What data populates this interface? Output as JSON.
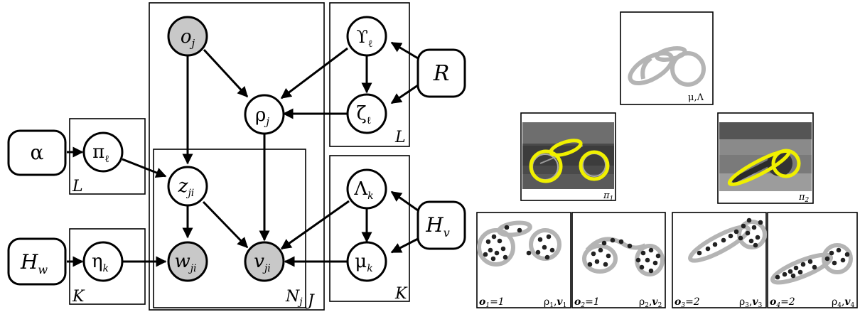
{
  "graphical_model": {
    "nodes": {
      "o_j": {
        "base": "o",
        "sub": "j",
        "observed": true
      },
      "Upsilon_l": {
        "base": "ϒ",
        "sub": "ℓ",
        "observed": false
      },
      "R": {
        "base": "R",
        "sub": "",
        "observed": false,
        "hyper": true
      },
      "rho_j": {
        "base": "ρ",
        "sub": "j",
        "observed": false
      },
      "zeta_l": {
        "base": "ζ",
        "sub": "ℓ",
        "observed": false
      },
      "alpha": {
        "base": "α",
        "sub": "",
        "observed": false,
        "hyper": true
      },
      "pi_l": {
        "base": "π",
        "sub": "ℓ",
        "observed": false
      },
      "z_ji": {
        "base": "z",
        "sub": "ji",
        "observed": false
      },
      "Lambda_k": {
        "base": "Λ",
        "sub": "k",
        "observed": false
      },
      "H_v": {
        "base": "H",
        "sub": "v",
        "observed": false,
        "hyper": true
      },
      "H_w": {
        "base": "H",
        "sub": "w",
        "observed": false,
        "hyper": true
      },
      "eta_k": {
        "base": "η",
        "sub": "k",
        "observed": false
      },
      "w_ji": {
        "base": "w",
        "sub": "ji",
        "observed": true
      },
      "v_ji": {
        "base": "v",
        "sub": "ji",
        "observed": true
      },
      "mu_k": {
        "base": "μ",
        "sub": "k",
        "observed": false
      }
    },
    "plate_labels": {
      "J": "J",
      "L_top": "L",
      "L_pi": "L",
      "N_j": {
        "base": "N",
        "sub": "j"
      },
      "K_lambda": "K",
      "K_eta": "K"
    }
  },
  "panels": {
    "top": {
      "label": "μ,Λ"
    },
    "middle_left": {
      "label": {
        "base": "π",
        "sub": "1"
      }
    },
    "middle_right": {
      "label": {
        "base": "π",
        "sub": "2"
      }
    },
    "bottom": [
      {
        "o_label": "o",
        "o_sub": "1",
        "o_val": "=1",
        "rho_label": "ρ",
        "rho_sub": "1",
        "v_label": "v",
        "v_sub": "1"
      },
      {
        "o_label": "o",
        "o_sub": "2",
        "o_val": "=1",
        "rho_label": "ρ",
        "rho_sub": "2",
        "v_label": "v",
        "v_sub": "2"
      },
      {
        "o_label": "o",
        "o_sub": "3",
        "o_val": "=2",
        "rho_label": "ρ",
        "rho_sub": "3",
        "v_label": "v",
        "v_sub": "3"
      },
      {
        "o_label": "o",
        "o_sub": "4",
        "o_val": "=2",
        "rho_label": "ρ",
        "rho_sub": "4",
        "v_label": "v",
        "v_sub": "4"
      }
    ]
  }
}
